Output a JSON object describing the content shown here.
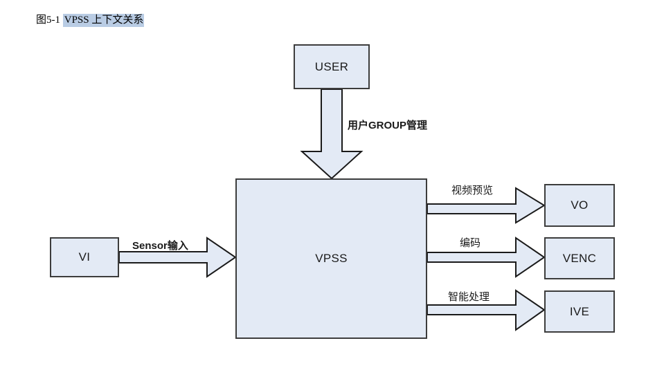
{
  "caption": {
    "number": "图5-1 ",
    "highlighted_text": "VPSS 上下文关系",
    "highlight_color": "#b9cce4"
  },
  "theme": {
    "node_fill": "#e3eaf5",
    "node_stroke": "#3c3c3c",
    "arrow_fill": "#e3eaf5",
    "arrow_stroke": "#1a1a1a",
    "text_color": "#1a1a1a",
    "background": "#ffffff"
  },
  "diagram": {
    "type": "block-diagram",
    "nodes": [
      {
        "id": "user",
        "label": "USER"
      },
      {
        "id": "vpss",
        "label": "VPSS"
      },
      {
        "id": "vi",
        "label": "VI"
      },
      {
        "id": "vo",
        "label": "VO"
      },
      {
        "id": "venc",
        "label": "VENC"
      },
      {
        "id": "ive",
        "label": "IVE"
      }
    ],
    "edges": [
      {
        "id": "user-vpss",
        "from": "user",
        "to": "vpss",
        "label": "用户GROUP管理",
        "direction": "down",
        "bold": true
      },
      {
        "id": "vi-vpss",
        "from": "vi",
        "to": "vpss",
        "label": "Sensor输入",
        "direction": "right",
        "bold": true
      },
      {
        "id": "vpss-vo",
        "from": "vpss",
        "to": "vo",
        "label": "视频预览",
        "direction": "right",
        "bold": false
      },
      {
        "id": "vpss-venc",
        "from": "vpss",
        "to": "venc",
        "label": "编码",
        "direction": "right",
        "bold": false
      },
      {
        "id": "vpss-ive",
        "from": "vpss",
        "to": "ive",
        "label": "智能处理",
        "direction": "right",
        "bold": false
      }
    ]
  }
}
